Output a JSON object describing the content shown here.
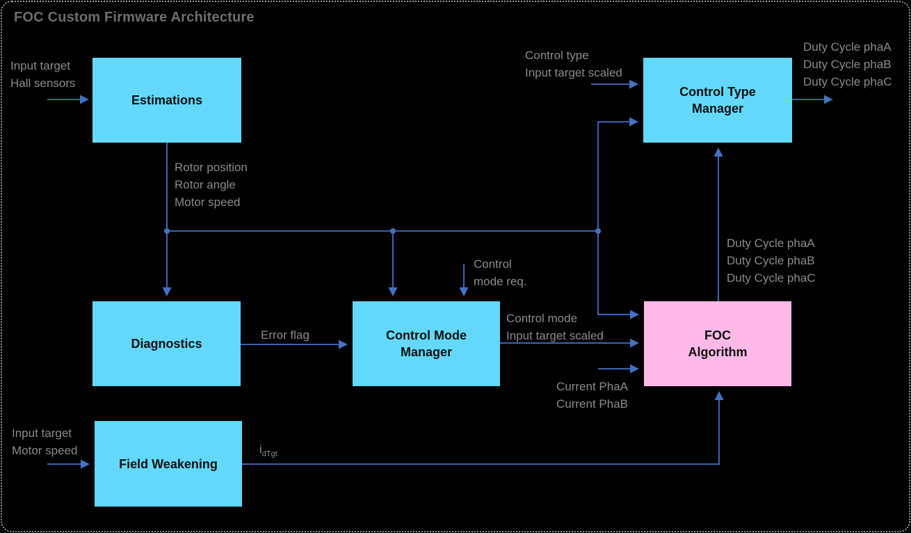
{
  "slide": {
    "title": "FOC Custom Firmware Architecture"
  },
  "colors": {
    "background": "#000000",
    "block_cyan": "#63d8fa",
    "block_pink": "#feb9e9",
    "connector_blue": "#4472c4",
    "label_gray": "#8b8b8b",
    "title_gray": "#6e6e6e"
  },
  "blocks": {
    "estimations": {
      "label": "Estimations"
    },
    "control_type_manager": {
      "line1": "Control Type",
      "line2": "Manager"
    },
    "diagnostics": {
      "label": "Diagnostics"
    },
    "control_mode_manager": {
      "line1": "Control Mode",
      "line2": "Manager"
    },
    "foc_algorithm": {
      "line1": "FOC",
      "line2": "Algorithm"
    },
    "field_weakening": {
      "label": "Field Weakening"
    }
  },
  "signals": {
    "estimations_in": [
      "Input target",
      "Hall sensors"
    ],
    "estimations_out": [
      "Rotor position",
      "Rotor angle",
      "Motor speed"
    ],
    "control_type_in": [
      "Control type",
      "Input target scaled"
    ],
    "duty_cycle_out": [
      "Duty Cycle phaA",
      "Duty Cycle phaB",
      "Duty Cycle phaC"
    ],
    "control_mode_request": [
      "Control",
      "mode req."
    ],
    "error_flag": "Error flag",
    "control_mode_out": [
      "Control mode",
      "Input target scaled"
    ],
    "currents_in": [
      "Current PhaA",
      "Current PhaB"
    ],
    "foc_duty_cycle": [
      "Duty Cycle phaA",
      "Duty Cycle phaB",
      "Duty Cycle phaC"
    ],
    "field_weakening_in": [
      "Input target",
      "Motor speed"
    ],
    "idtgt_main": "i",
    "idtgt_sub": "dTgt"
  }
}
